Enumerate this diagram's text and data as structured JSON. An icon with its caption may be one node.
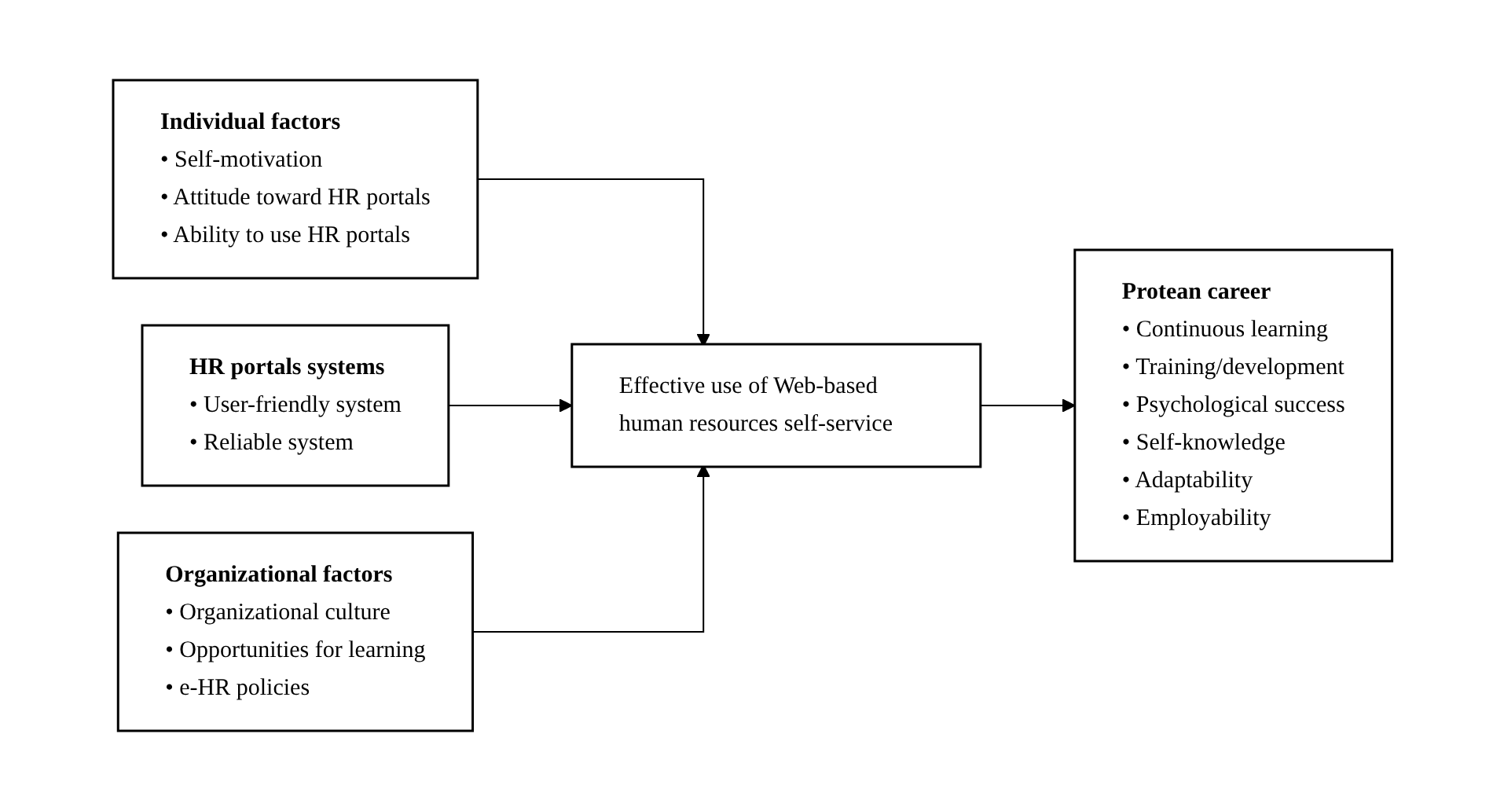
{
  "diagram": {
    "nodes": [
      {
        "text": [
          "Individual factors",
          "• Self-motivation",
          "• Attitude toward HR portals",
          "• Ability to use HR portals"
        ]
      },
      {
        "text": [
          "HR portals systems",
          "• User-friendly system",
          "• Reliable system"
        ]
      },
      {
        "text": [
          "Organizational factors",
          "• Organizational culture",
          "• Opportunities for learning",
          "• e-HR policies"
        ]
      },
      {
        "text": [
          "Effective use of Web-based human resources self-service"
        ]
      },
      {
        "text": [
          "Protean career",
          "• Continuous learning",
          "• Training/development",
          "• Psychological success",
          "• Self-knowledge",
          "• Adaptability",
          "• Employability"
        ]
      }
    ],
    "edges": [
      {
        "from": 0,
        "to": 3,
        "arrow": "to"
      },
      {
        "from": 1,
        "to": 3,
        "arrow": "to"
      },
      {
        "from": 2,
        "to": 3,
        "arrow": "to"
      },
      {
        "from": 3,
        "to": 4,
        "arrow": "to"
      }
    ]
  }
}
